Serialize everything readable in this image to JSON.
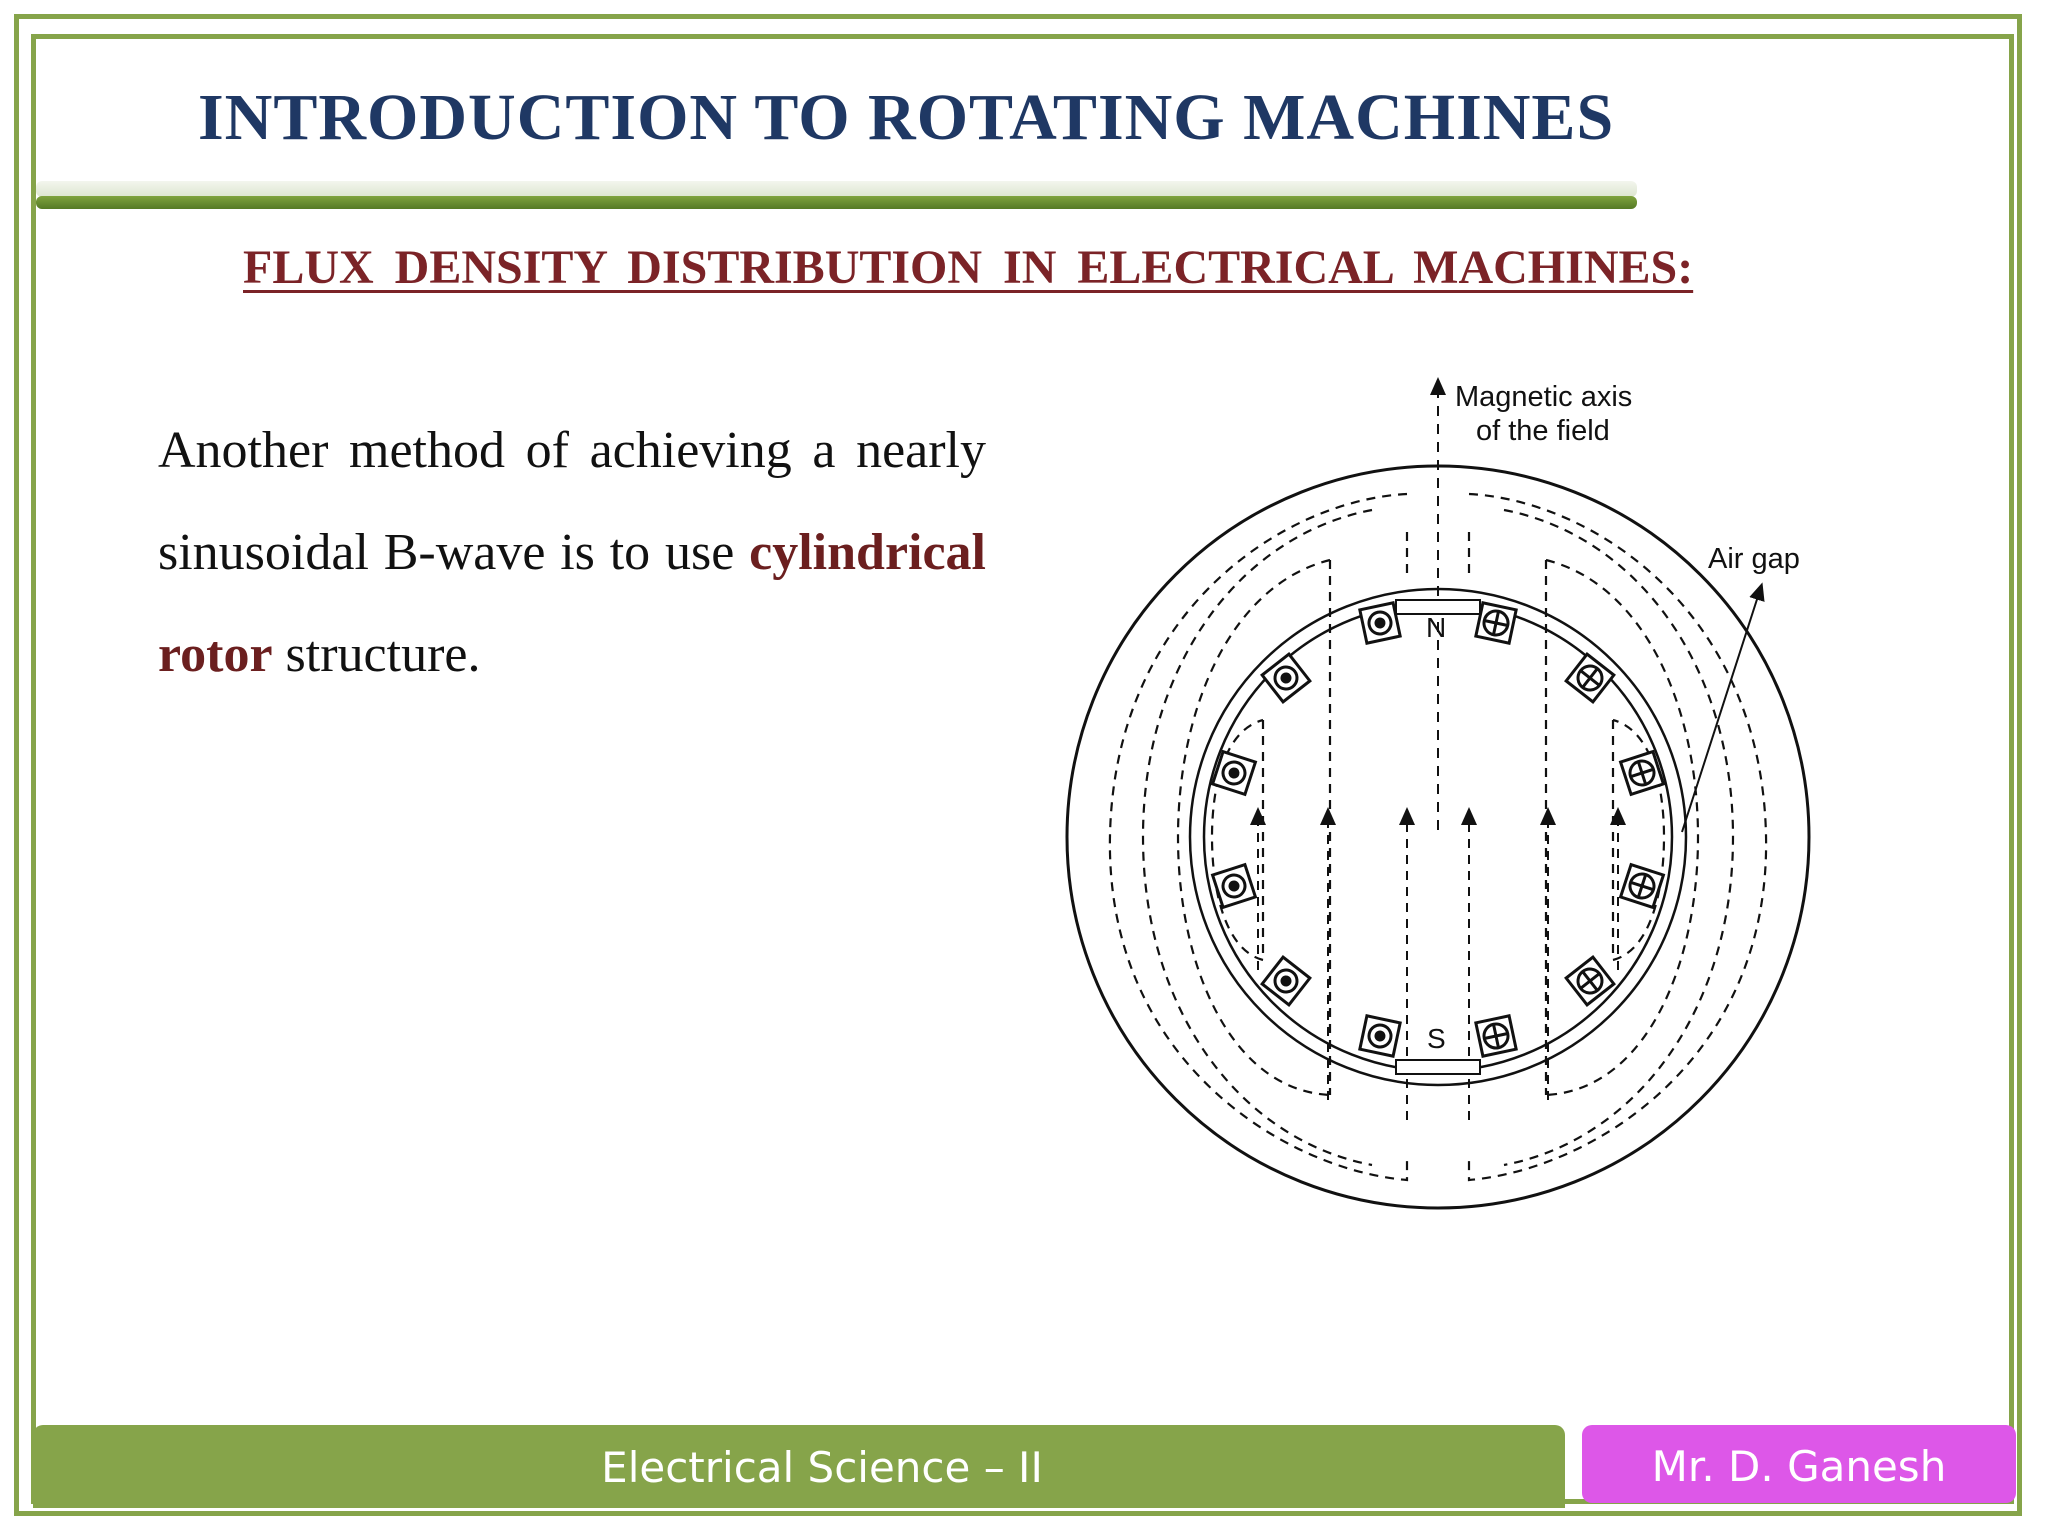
{
  "slide": {
    "title": "INTRODUCTION TO ROTATING MACHINES",
    "subtitle": "FLUX DENSITY DISTRIBUTION IN ELECTRICAL MACHINES:",
    "body": {
      "text_before": "Another method of achieving a nearly sinusoidal B-wave is to use ",
      "highlight": "cylindrical rotor",
      "text_after": " structure."
    },
    "diagram": {
      "axis_label_line1": "Magnetic axis",
      "axis_label_line2": "of the field",
      "air_gap_label": "Air gap",
      "north_label": "N",
      "south_label": "S"
    },
    "footer": {
      "course": "Electrical Science – II",
      "author": "Mr. D. Ganesh"
    },
    "colors": {
      "frame_green": "#86a44a",
      "title_navy": "#1f3864",
      "subtitle_maroon": "#7b2327",
      "author_badge_magenta": "#dd57e8"
    }
  }
}
